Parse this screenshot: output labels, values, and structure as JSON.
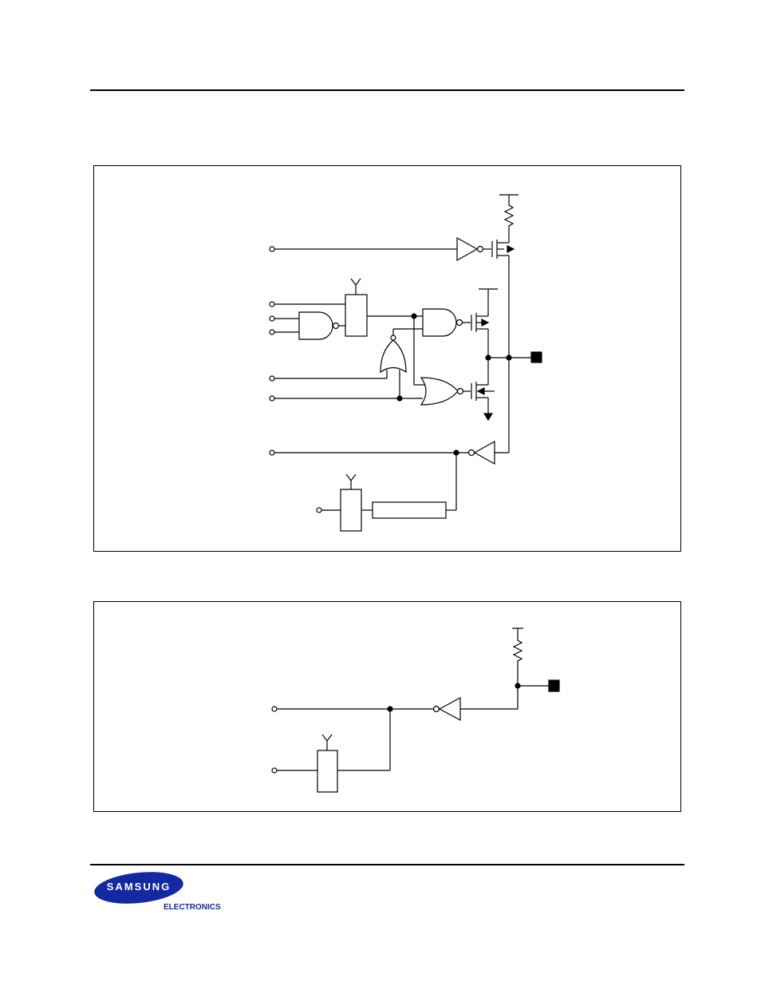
{
  "brand": {
    "name": "SAMSUNG",
    "division": "ELECTRONICS",
    "color": "#1428a0"
  },
  "diagrams": [
    {
      "id": "upper-circuit",
      "components": [
        "input-terminals",
        "nand-gate",
        "latch",
        "and-gate",
        "or-gate",
        "nor-gate",
        "pull-up-resistor",
        "pmos-transistor",
        "nmos-transistor",
        "inverters",
        "output-pad",
        "delay-block"
      ]
    },
    {
      "id": "lower-circuit",
      "components": [
        "input-terminals",
        "latch",
        "inverter",
        "pull-up-resistor",
        "output-pad"
      ]
    }
  ]
}
